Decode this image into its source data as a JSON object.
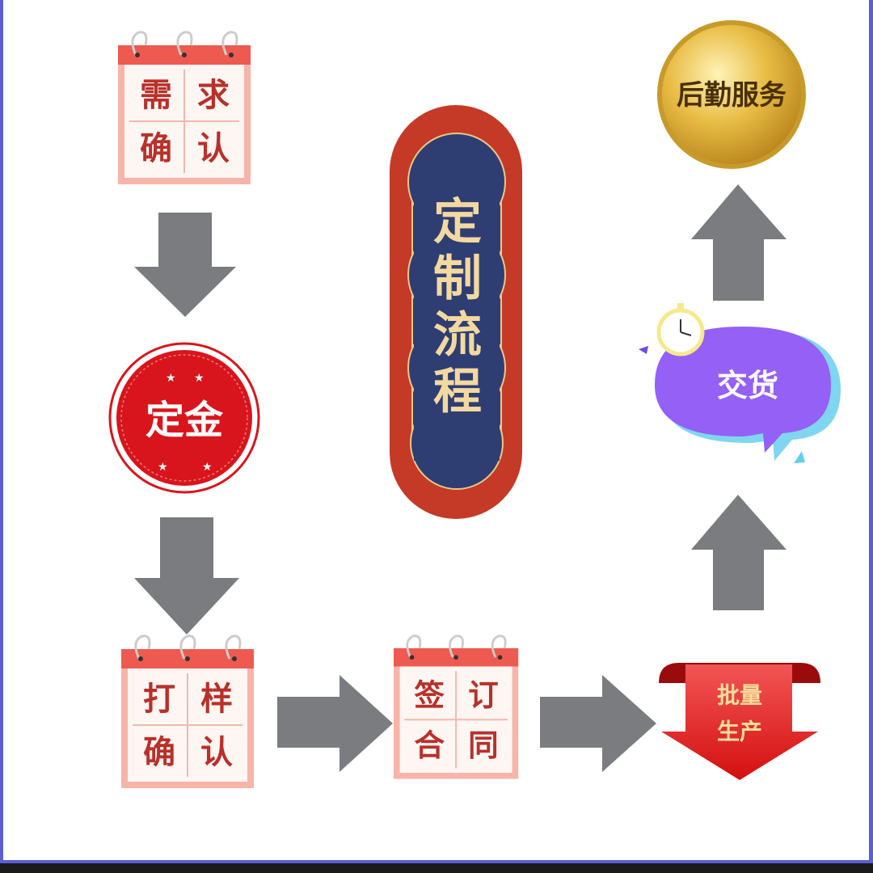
{
  "title": {
    "chars": [
      "定",
      "制",
      "流",
      "程"
    ]
  },
  "steps": [
    {
      "id": "demand-confirm",
      "chars": [
        "需",
        "求",
        "确",
        "认"
      ]
    },
    {
      "id": "deposit",
      "label": "定金"
    },
    {
      "id": "sample-confirm",
      "chars": [
        "打",
        "样",
        "确",
        "认"
      ]
    },
    {
      "id": "sign-contract",
      "chars": [
        "签",
        "订",
        "合",
        "同"
      ]
    },
    {
      "id": "mass-production",
      "lines": [
        "批量",
        "生产"
      ]
    },
    {
      "id": "delivery",
      "label": "交货"
    },
    {
      "id": "after-sales",
      "label": "后勤服务"
    }
  ],
  "colors": {
    "arrow": "#7b7c80",
    "calendar": "#ee5a4f",
    "seal": "#d8151c",
    "navy": "#2f3e72",
    "pill": "#c43a26",
    "purple": "#9460f5",
    "gold": "#e7b93b"
  }
}
